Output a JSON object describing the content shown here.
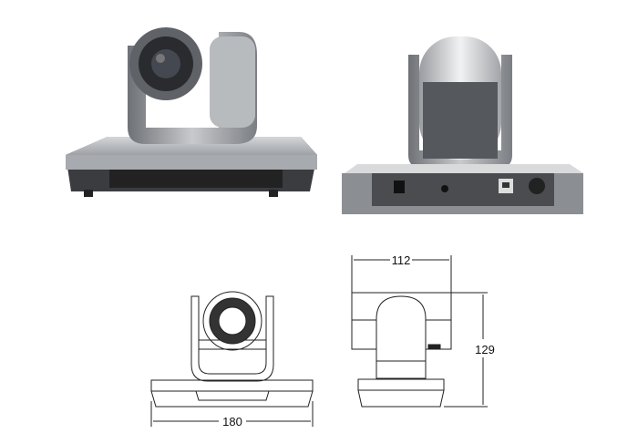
{
  "photos": {
    "front_view": {
      "body_color": "#8c8f94",
      "base_color": "#b9bcc0"
    },
    "rear_view": {
      "body_color": "#9a9da1",
      "panel_color": "#4a4c50"
    }
  },
  "drawings": {
    "front": {
      "width_label": "180"
    },
    "side": {
      "depth_label": "112",
      "height_label": "129"
    }
  }
}
